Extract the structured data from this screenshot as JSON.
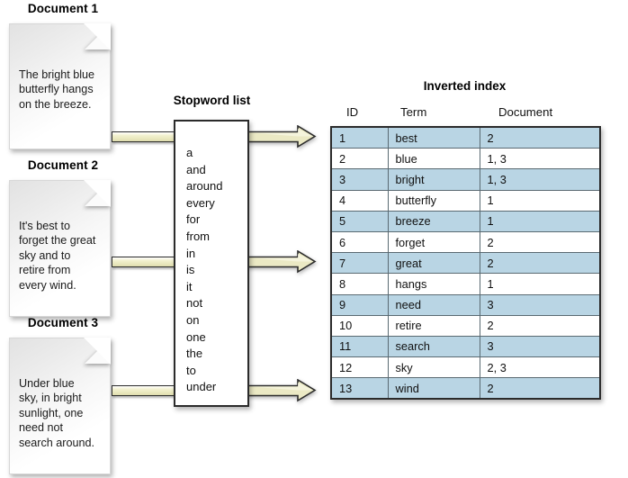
{
  "documents": [
    {
      "title": "Document 1",
      "text": "The bright blue\nbutterfly hangs\non the breeze."
    },
    {
      "title": "Document 2",
      "text": "It's best to\nforget the great\nsky and to\nretire from\nevery wind."
    },
    {
      "title": "Document 3",
      "text": "Under blue\nsky, in bright\nsunlight, one\nneed not\nsearch around."
    }
  ],
  "stopword_list": {
    "title": "Stopword list",
    "words": [
      "a",
      "and",
      "around",
      "every",
      "for",
      "from",
      "in",
      "is",
      "it",
      "not",
      "on",
      "one",
      "the",
      "to",
      "under"
    ]
  },
  "inverted_index": {
    "title": "Inverted index",
    "columns": [
      "ID",
      "Term",
      "Document"
    ],
    "rows": [
      {
        "id": "1",
        "term": "best",
        "document": "2"
      },
      {
        "id": "2",
        "term": "blue",
        "document": "1, 3"
      },
      {
        "id": "3",
        "term": "bright",
        "document": "1, 3"
      },
      {
        "id": "4",
        "term": "butterfly",
        "document": "1"
      },
      {
        "id": "5",
        "term": "breeze",
        "document": "1"
      },
      {
        "id": "6",
        "term": "forget",
        "document": "2"
      },
      {
        "id": "7",
        "term": "great",
        "document": "2"
      },
      {
        "id": "8",
        "term": "hangs",
        "document": "1"
      },
      {
        "id": "9",
        "term": "need",
        "document": "3"
      },
      {
        "id": "10",
        "term": "retire",
        "document": "2"
      },
      {
        "id": "11",
        "term": "search",
        "document": "3"
      },
      {
        "id": "12",
        "term": "sky",
        "document": "2, 3"
      },
      {
        "id": "13",
        "term": "wind",
        "document": "2"
      }
    ]
  },
  "flow_arrows": [
    {
      "name": "arrow-doc1-to-index"
    },
    {
      "name": "arrow-doc2-to-index"
    },
    {
      "name": "arrow-doc3-to-index"
    }
  ],
  "colors": {
    "arrow_fill": "#ebe9c4",
    "arrow_stroke": "#2b2b2b",
    "table_shade": "#b9d5e4",
    "table_border": "#2b2b2b",
    "page_background": "#ffffff"
  }
}
